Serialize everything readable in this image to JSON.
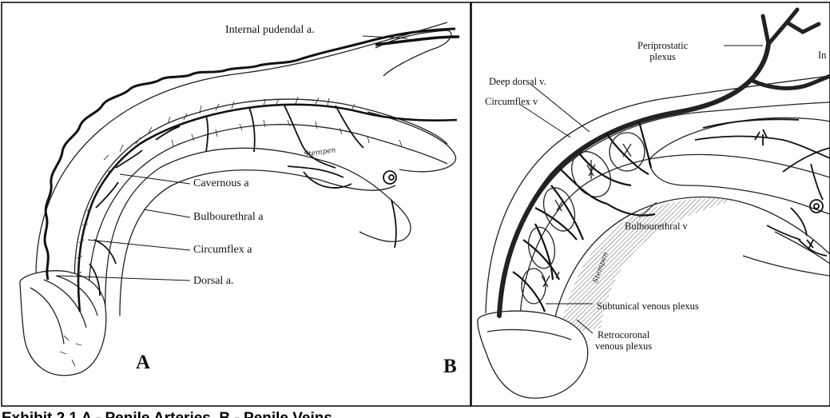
{
  "panel_a": {
    "letter": "A",
    "labels": {
      "internal_pudendal": "Internal pudendal a.",
      "cavernous": "Cavernous a",
      "bulbourethral": "Bulbourethral a",
      "circumflex": "Circumflex a",
      "dorsal": "Dorsal a."
    },
    "signature": "Stempen"
  },
  "panel_b": {
    "letter": "B",
    "labels": {
      "periprostatic": "Periprostatic\nplexus",
      "cut_off": "In",
      "deep_dorsal": "Deep dorsal v.",
      "circumflex": "Circumflex v",
      "bulbourethral": "Bulbourethral v",
      "subtunical": "Subtunical venous plexus",
      "retrocoronal": "Retrocoronal\nvenous plexus"
    },
    "signature": "Stempen"
  },
  "caption": {
    "text": "Exhibit 2.1 A - Penile Arteries, B - Penile Veins"
  },
  "colors": {
    "ink": "#111111",
    "background": "#ffffff",
    "frame": "#000000"
  }
}
